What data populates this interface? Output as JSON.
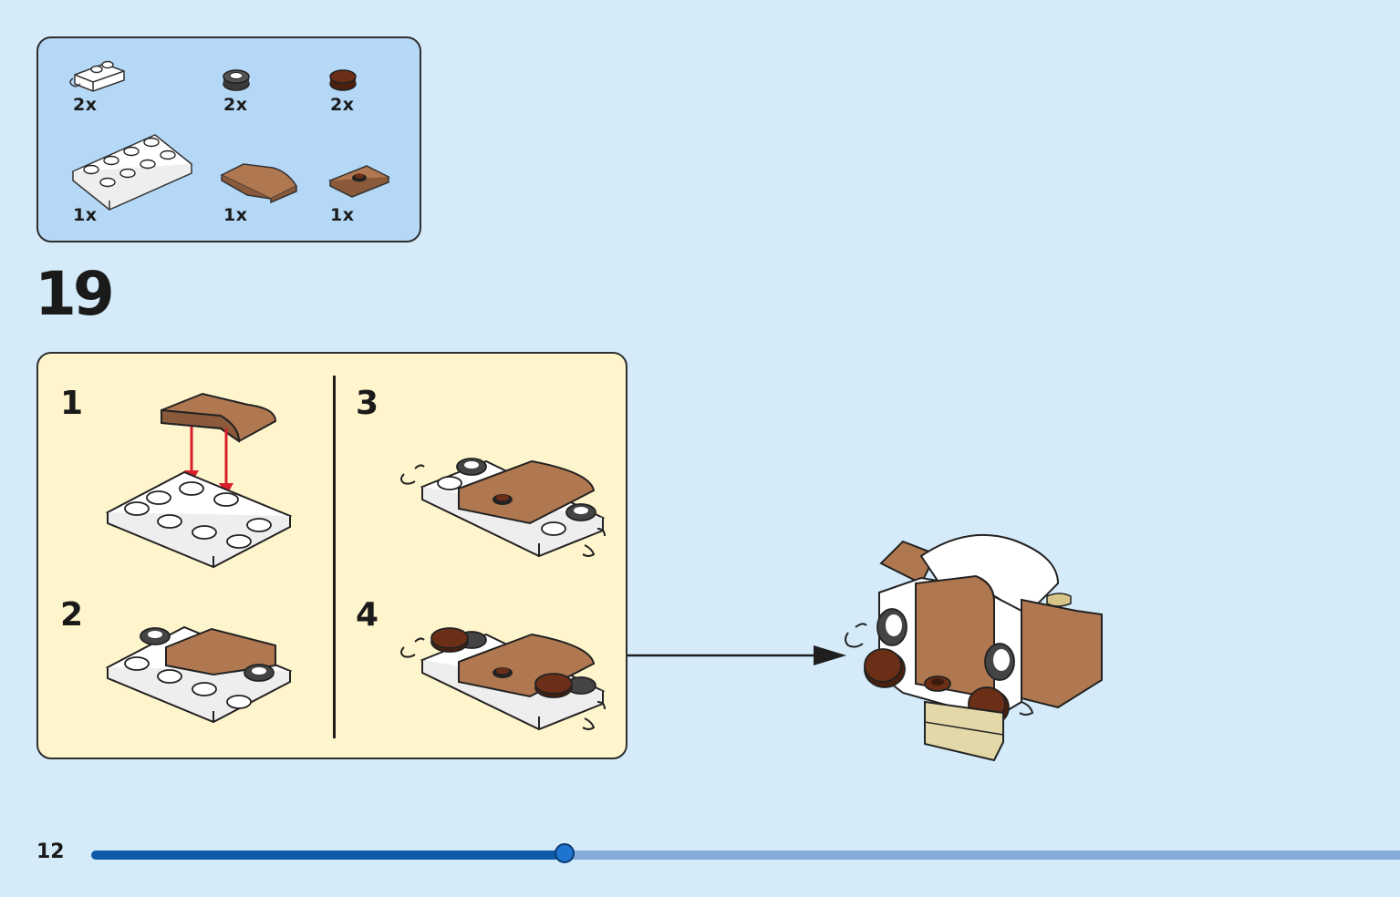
{
  "step": {
    "number": "19",
    "page_number": "12"
  },
  "parts": [
    {
      "name": "white-clip-plate",
      "qty": "2x"
    },
    {
      "name": "dark-gray-round-tile",
      "qty": "2x"
    },
    {
      "name": "dark-brown-round-tile",
      "qty": "2x"
    },
    {
      "name": "white-plate-2x4",
      "qty": "1x"
    },
    {
      "name": "brown-curved-slope",
      "qty": "1x"
    },
    {
      "name": "brown-jumper-plate",
      "qty": "1x"
    }
  ],
  "substeps": [
    "1",
    "2",
    "3",
    "4"
  ],
  "progress": {
    "fraction": 0.362
  },
  "colors": {
    "background": "#d5ebfa",
    "parts_box": "#b5d8f7",
    "substep_panel": "#fff5cc",
    "brown": "#b07850",
    "dark_brown": "#5a2a14",
    "progress": "#0d5aa8",
    "arrow_red": "#d8202a"
  }
}
